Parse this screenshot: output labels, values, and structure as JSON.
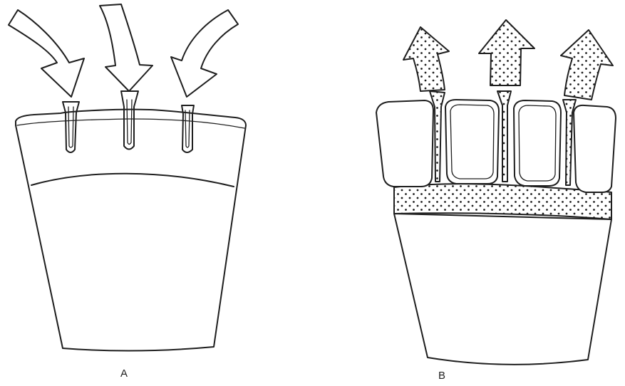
{
  "panels": [
    {
      "id": "A",
      "label": "A"
    },
    {
      "id": "B",
      "label": "B"
    }
  ],
  "colors": {
    "ink": "#1e1e1e",
    "background": "#ffffff"
  }
}
